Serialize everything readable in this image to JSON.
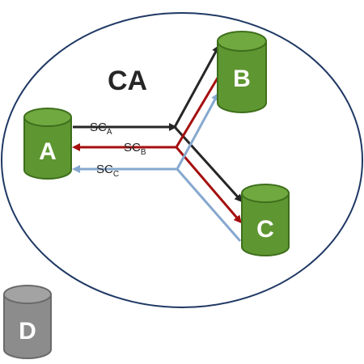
{
  "region": {
    "label": "CA"
  },
  "nodes": {
    "A": {
      "label": "A",
      "color": "#5e9631",
      "color_dark": "#3e6f1c",
      "color_top": "#70a93f"
    },
    "B": {
      "label": "B",
      "color": "#5e9631",
      "color_dark": "#3e6f1c",
      "color_top": "#70a93f"
    },
    "C": {
      "label": "C",
      "color": "#5e9631",
      "color_dark": "#3e6f1c",
      "color_top": "#70a93f"
    },
    "D": {
      "label": "D",
      "color": "#8c8c8c",
      "color_dark": "#6a6a6a",
      "color_top": "#a3a3a3"
    }
  },
  "channels": {
    "sc_a": {
      "prefix": "SC",
      "sub": "A",
      "color": "#262626"
    },
    "sc_b": {
      "prefix": "SC",
      "sub": "B",
      "color": "#a50f0f"
    },
    "sc_c": {
      "prefix": "SC",
      "sub": "C",
      "color": "#86a8cf"
    }
  }
}
